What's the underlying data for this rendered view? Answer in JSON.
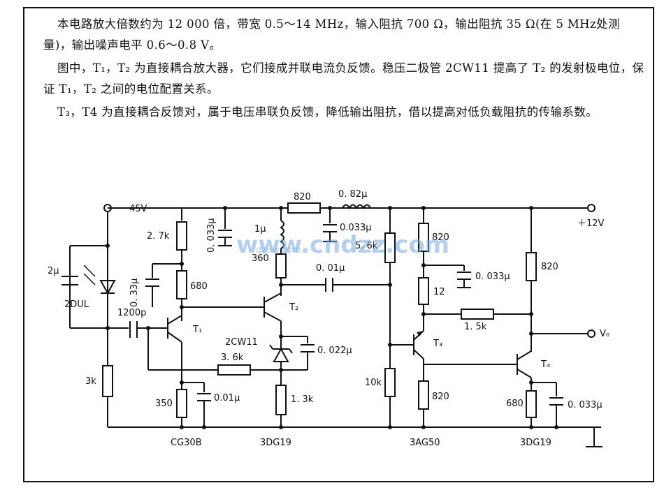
{
  "description": {
    "p1": "本电路放大倍数约为 12 000 倍，带宽 0.5～14 MHz，输入阻抗 700 Ω，输出阻抗 35 Ω(在 5 MHz处测量)，输出噪声电平 0.6～0.8 V。",
    "p2": "图中，T₁，T₂ 为直接耦合放大器，它们接成并联电流负反馈。稳压二极管 2CW11 提高了 T₂ 的发射极电位，保证 T₁，T₂ 之间的电位配置关系。",
    "p3": "T₃，T4 为直接耦合反馈对，属于电压串联负反馈，降低输出阻抗，借以提高对低负载阻抗的传输系数。"
  },
  "schematic": {
    "supply_neg": "－45V",
    "supply_pos": "＋12V",
    "output": "V₀",
    "watermark": "www.cndzz.com",
    "watermark_small": "dz3w.com",
    "labels": {
      "c_2u": "2μ",
      "diode_2dul": "2DUL",
      "c_1200p": "1200p",
      "r_3k": "3k",
      "r_2_7k": "2. 7k",
      "c_0_33u": "0. 33μ",
      "r_680_a": "680",
      "t1": "T₁",
      "r_350": "350",
      "c_0_01u_a": "0.01μ",
      "t1_type": "CG30B",
      "c_0_033u_a": "0. 033μ",
      "l_1u": "1μ",
      "r_360": "360",
      "t2": "T₂",
      "zener": "2CW11",
      "r_3_6k": "3. 6k",
      "c_0_022u": "0. 022μ",
      "r_1_3k": "1. 3k",
      "t2_type": "3DG19",
      "r_820_a": "820",
      "l_0_82u": "0. 82μ",
      "c_0_033u_b": "0.033μ",
      "c_0_01u_b": "0. 01μ",
      "r_5_6k": "5. 6k",
      "r_10k": "10k",
      "r_820_b": "820",
      "c_0_033u_c": "0. 033μ",
      "r_12": "12",
      "t3": "T₃",
      "r_820_c": "820",
      "t3_type": "3AG50",
      "r_1_5k": "1. 5k",
      "r_820_d": "820",
      "t4": "T₄",
      "r_680_b": "680",
      "c_0_033u_d": "0. 033μ",
      "t4_type": "3DG19"
    }
  },
  "colors": {
    "ink": "#111111",
    "watermark": "#7aa9e3",
    "background": "#ffffff"
  }
}
